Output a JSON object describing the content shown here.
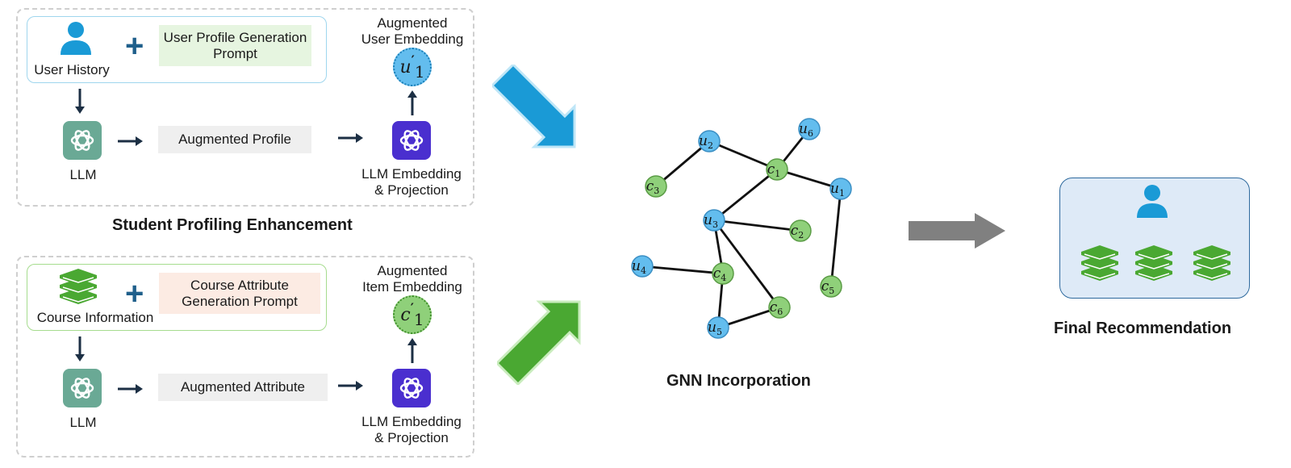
{
  "profiling": {
    "user_history_label": "User History",
    "prompt_label": "User Profile Generation Prompt",
    "llm_label": "LLM",
    "augmented_profile_label": "Augmented Profile",
    "embedding_label_line1": "LLM Embedding",
    "embedding_label_line2": "& Projection",
    "aug_embedding_line1": "Augmented",
    "aug_embedding_line2": "User Embedding",
    "embedding_symbol": "u",
    "embedding_sub": "1",
    "section_title": "Student Profiling Enhancement"
  },
  "course": {
    "info_label": "Course Information",
    "prompt_label": "Course Attribute Generation Prompt",
    "llm_label": "LLM",
    "augmented_attribute_label": "Augmented Attribute",
    "embedding_label_line1": "LLM Embedding",
    "embedding_label_line2": "& Projection",
    "aug_embedding_line1": "Augmented",
    "aug_embedding_line2": "Item Embedding",
    "embedding_symbol": "c",
    "embedding_sub": "1"
  },
  "gnn": {
    "title": "GNN Incorporation",
    "nodes": [
      {
        "id": "u2",
        "sym": "u",
        "sub": "2",
        "type": "user"
      },
      {
        "id": "u6",
        "sym": "u",
        "sub": "6",
        "type": "user"
      },
      {
        "id": "c1",
        "sym": "c",
        "sub": "1",
        "type": "course"
      },
      {
        "id": "c3",
        "sym": "c",
        "sub": "3",
        "type": "course"
      },
      {
        "id": "u1",
        "sym": "u",
        "sub": "1",
        "type": "user"
      },
      {
        "id": "u3",
        "sym": "u",
        "sub": "3",
        "type": "user"
      },
      {
        "id": "c2",
        "sym": "c",
        "sub": "2",
        "type": "course"
      },
      {
        "id": "u4",
        "sym": "u",
        "sub": "4",
        "type": "user"
      },
      {
        "id": "c4",
        "sym": "c",
        "sub": "4",
        "type": "course"
      },
      {
        "id": "c5",
        "sym": "c",
        "sub": "5",
        "type": "course"
      },
      {
        "id": "c6",
        "sym": "c",
        "sub": "6",
        "type": "course"
      },
      {
        "id": "u5",
        "sym": "u",
        "sub": "5",
        "type": "user"
      }
    ],
    "edges": [
      [
        "u2",
        "c3"
      ],
      [
        "u2",
        "c1"
      ],
      [
        "c1",
        "u6"
      ],
      [
        "c1",
        "u1"
      ],
      [
        "c1",
        "u3"
      ],
      [
        "u3",
        "c2"
      ],
      [
        "u3",
        "c4"
      ],
      [
        "u3",
        "c6"
      ],
      [
        "u4",
        "c4"
      ],
      [
        "c4",
        "u5"
      ],
      [
        "u5",
        "c6"
      ],
      [
        "u1",
        "c5"
      ]
    ]
  },
  "final": {
    "title": "Final Recommendation"
  },
  "colors": {
    "user_node": "#63bdee",
    "course_node": "#8fd07a",
    "arrow_blue": "#1a9ad6",
    "arrow_green": "#4aa832",
    "arrow_grey": "#808080",
    "llm_teal": "#6aa995",
    "llm_purple": "#4a2fcf"
  }
}
